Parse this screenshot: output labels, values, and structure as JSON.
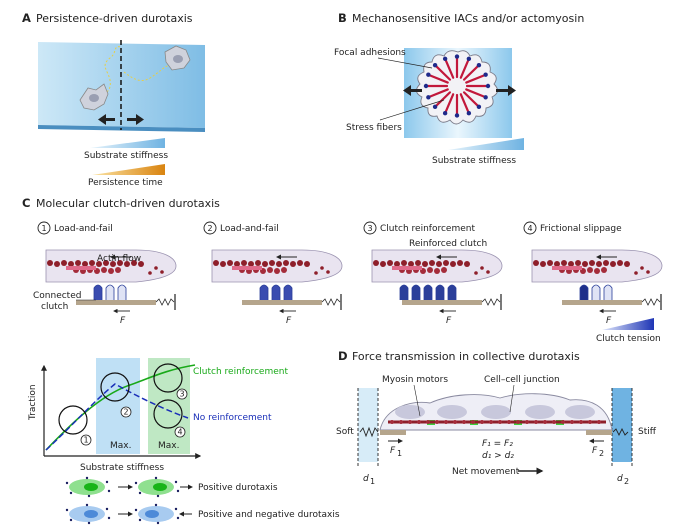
{
  "panels": {
    "a": {
      "letter": "A",
      "title": "Persistence-driven durotaxis",
      "gradient_label": "Substrate stiffness",
      "persistence_label": "Persistence time"
    },
    "b": {
      "letter": "B",
      "title": "Mechanosensitive IACs and/or actomyosin",
      "focal_adhesions": "Focal adhesions",
      "stress_fibers": "Stress fibers",
      "gradient_label": "Substrate stiffness"
    },
    "c": {
      "letter": "C",
      "title": "Molecular clutch-driven durotaxis",
      "steps": [
        {
          "num": "1",
          "label": "Load-and-fail"
        },
        {
          "num": "2",
          "label": "Load-and-fail"
        },
        {
          "num": "3",
          "label": "Clutch reinforcement"
        },
        {
          "num": "4",
          "label": "Frictional slippage"
        }
      ],
      "actin_flow": "Actin flow",
      "connected_clutch_1": "Connected",
      "connected_clutch_2": "clutch",
      "reinforced_clutch": "Reinforced clutch",
      "force_label": "F",
      "clutch_tension": "Clutch tension",
      "plot": {
        "ylabel": "Traction",
        "xlabel": "Substrate stiffness",
        "max_label": "Max.",
        "series_reinforcement": "Clutch reinforcement",
        "series_no_reinforcement": "No reinforcement",
        "markers": [
          "1",
          "2",
          "3",
          "4"
        ]
      },
      "legend_positive": "Positive durotaxis",
      "legend_pos_neg": "Positive and negative durotaxis"
    },
    "d": {
      "letter": "D",
      "title": "Force transmission in collective durotaxis",
      "myosin_motors": "Myosin motors",
      "cell_junction": "Cell–cell junction",
      "soft": "Soft",
      "stiff": "Stiff",
      "f1": "F",
      "f1_sub": "1",
      "f2": "F",
      "f2_sub": "2",
      "eq1": "F₁ = F₂",
      "eq2": "d₁ > d₂",
      "net_movement": "Net movement",
      "d1": "d",
      "d1_sub": "1",
      "d2": "d",
      "d2_sub": "2"
    }
  },
  "colors": {
    "clutch_blue": "#2b3f9a",
    "reinforce_green": "#19a919",
    "noreinforce_blue": "#1a2fb8",
    "actin_red": "#8e1f2a",
    "persistence_orange": "#e08a10",
    "substrate_blue": "#a9d5ee"
  }
}
